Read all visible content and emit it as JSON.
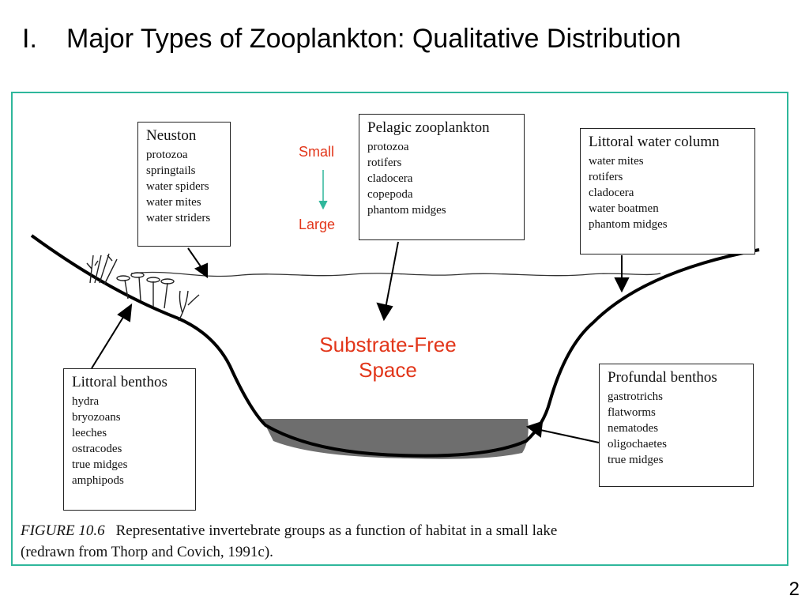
{
  "slide": {
    "title_number": "I.",
    "title_text": "Major Types of Zooplankton: Qualitative Distribution",
    "page_number": "2"
  },
  "figure": {
    "boxes": {
      "neuston": {
        "title": "Neuston",
        "items": [
          "protozoa",
          "springtails",
          "water spiders",
          "water mites",
          "water striders"
        ]
      },
      "pelagic": {
        "title": "Pelagic zooplankton",
        "items": [
          "protozoa",
          "rotifers",
          "cladocera",
          "copepoda",
          "phantom midges"
        ]
      },
      "littoral_column": {
        "title": "Littoral water column",
        "items": [
          "water mites",
          "rotifers",
          "cladocera",
          "water boatmen",
          "phantom midges"
        ]
      },
      "littoral_benthos": {
        "title": "Littoral benthos",
        "items": [
          "hydra",
          "bryozoans",
          "leeches",
          "ostracodes",
          "true midges",
          "amphipods"
        ]
      },
      "profundal": {
        "title": "Profundal benthos",
        "items": [
          "gastrotrichs",
          "flatworms",
          "nematodes",
          "oligochaetes",
          "true midges"
        ]
      }
    },
    "annotations": {
      "size_small": "Small",
      "size_large": "Large",
      "zone_line1": "Substrate-Free",
      "zone_line2": "Space"
    },
    "caption": {
      "label": "FIGURE 10.6",
      "line1": "Representative invertebrate groups as a function of habitat in a small lake",
      "line2": "(redrawn from Thorp and Covich, 1991c)."
    },
    "colors": {
      "frame": "#2fb79b",
      "annotation": "#e2361a",
      "sediment": "#6e6e6e"
    }
  }
}
